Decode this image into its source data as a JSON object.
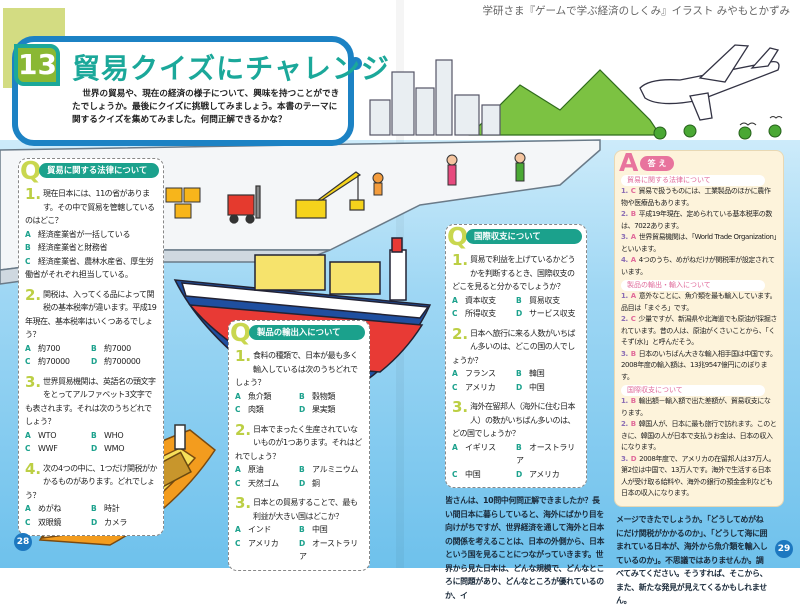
{
  "credit": "学研さま『ゲームで学ぶ経済のしくみ』イラスト みやもとかずみ",
  "title": {
    "number": "13",
    "text": "貿易クイズにチャレンジ"
  },
  "intro": "世界の貿易や、現在の経済の様子について、興味を持つことができたでしょうか。最後にクイズに挑戦してみましょう。本書のテーマに関するクイズを集めてみました。何問正解できるかな？",
  "q_mark": "Q",
  "quiz_sections": [
    {
      "heading": "貿易に関する法律について",
      "questions": [
        {
          "num": "1.",
          "text": "現在日本には、11の省があります。その中で貿易を管轄しているのはどこ？",
          "options": [
            {
              "l": "A",
              "t": "経済産業省が一括している"
            },
            {
              "l": "B",
              "t": "経済産業省と財務省"
            },
            {
              "l": "C",
              "t": "経済産業省、農林水産省、厚生労働省がそれぞれ担当している。"
            }
          ]
        },
        {
          "num": "2.",
          "text": "関税は、入ってくる品によって関税の基本税率が違います。平成19年現在、基本税率はいくつあるでしょう？",
          "options": [
            {
              "l": "A",
              "t": "約700"
            },
            {
              "l": "B",
              "t": "約7000"
            },
            {
              "l": "C",
              "t": "約70000"
            },
            {
              "l": "D",
              "t": "約700000"
            }
          ]
        },
        {
          "num": "3.",
          "text": "世界貿易機関は、英語名の頭文字をとってアルファベット3文字でも表されます。それは次のうちどれでしょう？",
          "options": [
            {
              "l": "A",
              "t": "WTO"
            },
            {
              "l": "B",
              "t": "WHO"
            },
            {
              "l": "C",
              "t": "WWF"
            },
            {
              "l": "D",
              "t": "WMO"
            }
          ]
        },
        {
          "num": "4.",
          "text": "次の4つの中に、1つだけ関税がかかるものがあります。どれでしょう？",
          "options": [
            {
              "l": "A",
              "t": "めがね"
            },
            {
              "l": "B",
              "t": "時計"
            },
            {
              "l": "C",
              "t": "双眼鏡"
            },
            {
              "l": "D",
              "t": "カメラ"
            }
          ]
        }
      ]
    },
    {
      "heading": "製品の輸出入について",
      "questions": [
        {
          "num": "1.",
          "text": "食料の種類で、日本が最も多く輸入しているは次のうちどれでしょう？",
          "options": [
            {
              "l": "A",
              "t": "魚介類"
            },
            {
              "l": "B",
              "t": "穀物類"
            },
            {
              "l": "C",
              "t": "肉類"
            },
            {
              "l": "D",
              "t": "果実類"
            }
          ]
        },
        {
          "num": "2.",
          "text": "日本でまったく生産されていないものが1つあります。それはどれでしょう？",
          "options": [
            {
              "l": "A",
              "t": "原油"
            },
            {
              "l": "B",
              "t": "アルミニウム"
            },
            {
              "l": "C",
              "t": "天然ゴム"
            },
            {
              "l": "D",
              "t": "銅"
            }
          ]
        },
        {
          "num": "3.",
          "text": "日本との貿易することで、最も利益が大きい国はどこか？",
          "options": [
            {
              "l": "A",
              "t": "インド"
            },
            {
              "l": "B",
              "t": "中国"
            },
            {
              "l": "C",
              "t": "アメリカ"
            },
            {
              "l": "D",
              "t": "オーストラリア"
            }
          ]
        }
      ]
    },
    {
      "heading": "国際収支について",
      "questions": [
        {
          "num": "1.",
          "text": "貿易で利益を上げているかどうかを判断するとき、国際収支のどこを見ると分かるでしょうか？",
          "options": [
            {
              "l": "A",
              "t": "資本収支"
            },
            {
              "l": "B",
              "t": "貿易収支"
            },
            {
              "l": "C",
              "t": "所得収支"
            },
            {
              "l": "D",
              "t": "サービス収支"
            }
          ]
        },
        {
          "num": "2.",
          "text": "日本へ旅行に来る人数がいちばん多いのは、どこの国の人でしょうか？",
          "options": [
            {
              "l": "A",
              "t": "フランス"
            },
            {
              "l": "B",
              "t": "韓国"
            },
            {
              "l": "C",
              "t": "アメリカ"
            },
            {
              "l": "D",
              "t": "中国"
            }
          ]
        },
        {
          "num": "3.",
          "text": "海外在留邦人（海外に住む日本人）の数がいちばん多いのは、どの国でしょうか？",
          "options": [
            {
              "l": "A",
              "t": "イギリス"
            },
            {
              "l": "B",
              "t": "オーストラリア"
            },
            {
              "l": "C",
              "t": "中国"
            },
            {
              "l": "D",
              "t": "アメリカ"
            }
          ]
        }
      ]
    }
  ],
  "answers": {
    "mark": "A",
    "heading": "答 え",
    "sections": [
      {
        "heading": "貿易に関する法律について",
        "items": [
          {
            "n": "1.",
            "l": "C",
            "t": "貿易で扱うものには、工業製品のほかに農作物や医療品もあります。"
          },
          {
            "n": "2.",
            "l": "B",
            "t": "平成19年現在、定められている基本税率の数は、7022あります。"
          },
          {
            "n": "3.",
            "l": "A",
            "t": "世界貿易機関は、「World Trade Organization」といいます。"
          },
          {
            "n": "4.",
            "l": "A",
            "t": "4つのうち、めがねだけが関税率が設定されています。"
          }
        ]
      },
      {
        "heading": "製品の輸出・輸入について",
        "items": [
          {
            "n": "1.",
            "l": "A",
            "t": "意外なことに、魚介類を最も輸入しています。品目は「まぐろ」です。"
          },
          {
            "n": "2.",
            "l": "C",
            "t": "少量ですが、新潟県や北海道でも原油が採掘されています。昔の人は、原油がくさいことから、「くそず(水)」と呼んだそう。"
          },
          {
            "n": "3.",
            "l": "B",
            "t": "日本のいちばん大きな輸入相手国は中国です。2008年度の輸入額は、13兆9547億円にのぼります。"
          }
        ]
      },
      {
        "heading": "国際収支について",
        "items": [
          {
            "n": "1.",
            "l": "B",
            "t": "輸出額－輸入額で出た差額が、貿易収支になります。"
          },
          {
            "n": "2.",
            "l": "B",
            "t": "韓国人が、日本に最も旅行で訪れます。このときに、韓国の人が日本で支払うお金は、日本の収入になります。"
          },
          {
            "n": "3.",
            "l": "D",
            "t": "2008年度で、アメリカの在留邦人は37万人。第2位は中国で、13万人です。海外で生活する日本人が受け取る給料や、海外の銀行の預金金利なども日本の収入になります。"
          }
        ]
      }
    ]
  },
  "closing_left": "皆さんは、10問中何問正解できましたか？長い間日本に暮らしていると、海外にばかり目を向けがちですが、世界経済を通して海外と日本の関係を考えることは、日本の外側から、日本という国を見ることにつながっていきます。世界から見た日本は、どんな規模で、どんなところに問題があり、どんなところが優れているのか、イ",
  "closing_right": "メージできたでしょうか。「どうしてめがねにだけ関税がかかるのか」、「どうして海に囲まれている日本が、海外から魚介類を輸入しているのか」。不思議ではありませんか。調べてみてください。そうすれば、そこから、また、新たな発見が見えてくるかもしれません。",
  "page_numbers": {
    "left": "28",
    "right": "29"
  },
  "colors": {
    "accent_teal": "#1ba18c",
    "frame_blue": "#1c82c4",
    "answer_pink": "#e8739d",
    "sea": "#78c6ee"
  }
}
